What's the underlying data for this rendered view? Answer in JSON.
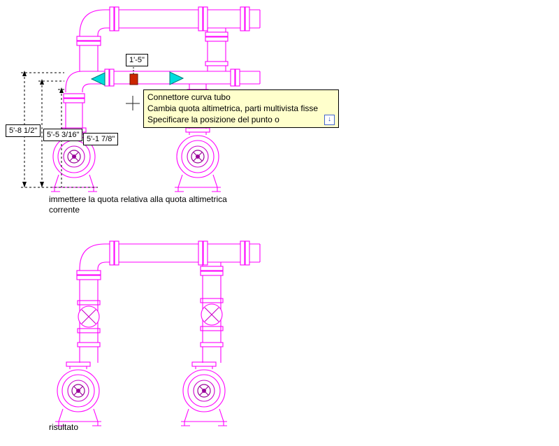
{
  "top_figure": {
    "elevation_label": "1'-5\"",
    "dim_labels": [
      "5'-8 1/2\"",
      "5'-5 3/16\"",
      "5'-1 7/8\""
    ],
    "tooltip": {
      "line1": "Connettore curva tubo",
      "line2": "Cambia quota altimetrica, parti multivista fisse",
      "line3": "Specificare la posizione del punto o",
      "down_arrow_icon": "↓"
    },
    "caption": "immettere la quota relativa alla quota altimetrica corrente"
  },
  "bottom_figure": {
    "caption": "risultato"
  },
  "colors": {
    "pipe": "#FF00FF",
    "pumpMid": "#CC00CC",
    "pumpDark": "#990099",
    "arrowFill": "#00DDDD",
    "arrowEdge": "#007878",
    "gripFill": "#CC2500",
    "tooltipBg": "#FFFFCC",
    "dimLine": "#000000"
  }
}
